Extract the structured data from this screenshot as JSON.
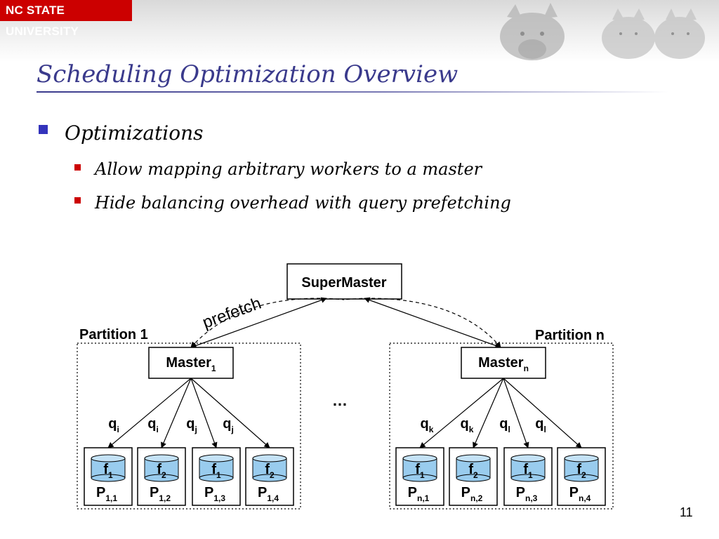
{
  "header": {
    "logo_text": "NC STATE UNIVERSITY",
    "brand_color": "#cc0000",
    "decoration": "wolf-pack-image"
  },
  "title": "Scheduling Optimization Overview",
  "title_color": "#3a3a8c",
  "bullets": {
    "level1": "Optimizations",
    "items": [
      "Allow mapping arbitrary workers to a master",
      "Hide balancing overhead with query prefetching"
    ],
    "level1_color": "#3333bb",
    "level2_color": "#cc0000"
  },
  "diagram": {
    "supermaster": "SuperMaster",
    "prefetch_label": "prefetch",
    "ellipsis": "…",
    "partitions": [
      {
        "label": "Partition 1",
        "master": {
          "base": "Master",
          "sub": "1"
        },
        "queries": [
          {
            "base": "q",
            "sub": "i"
          },
          {
            "base": "q",
            "sub": "i"
          },
          {
            "base": "q",
            "sub": "j"
          },
          {
            "base": "q",
            "sub": "j"
          }
        ],
        "workers": [
          {
            "file_base": "f",
            "file_sub": "1",
            "proc_base": "P",
            "proc_sub": "1,1"
          },
          {
            "file_base": "f",
            "file_sub": "2",
            "proc_base": "P",
            "proc_sub": "1,2"
          },
          {
            "file_base": "f",
            "file_sub": "1",
            "proc_base": "P",
            "proc_sub": "1,3"
          },
          {
            "file_base": "f",
            "file_sub": "2",
            "proc_base": "P",
            "proc_sub": "1,4"
          }
        ]
      },
      {
        "label": "Partition n",
        "master": {
          "base": "Master",
          "sub": "n"
        },
        "queries": [
          {
            "base": "q",
            "sub": "k"
          },
          {
            "base": "q",
            "sub": "k"
          },
          {
            "base": "q",
            "sub": "l"
          },
          {
            "base": "q",
            "sub": "l"
          }
        ],
        "workers": [
          {
            "file_base": "f",
            "file_sub": "1",
            "proc_base": "P",
            "proc_sub": "n,1"
          },
          {
            "file_base": "f",
            "file_sub": "2",
            "proc_base": "P",
            "proc_sub": "n,2"
          },
          {
            "file_base": "f",
            "file_sub": "1",
            "proc_base": "P",
            "proc_sub": "n,3"
          },
          {
            "file_base": "f",
            "file_sub": "2",
            "proc_base": "P",
            "proc_sub": "n,4"
          }
        ]
      }
    ],
    "cylinder_color": "#99ccee"
  },
  "page_number": "11"
}
